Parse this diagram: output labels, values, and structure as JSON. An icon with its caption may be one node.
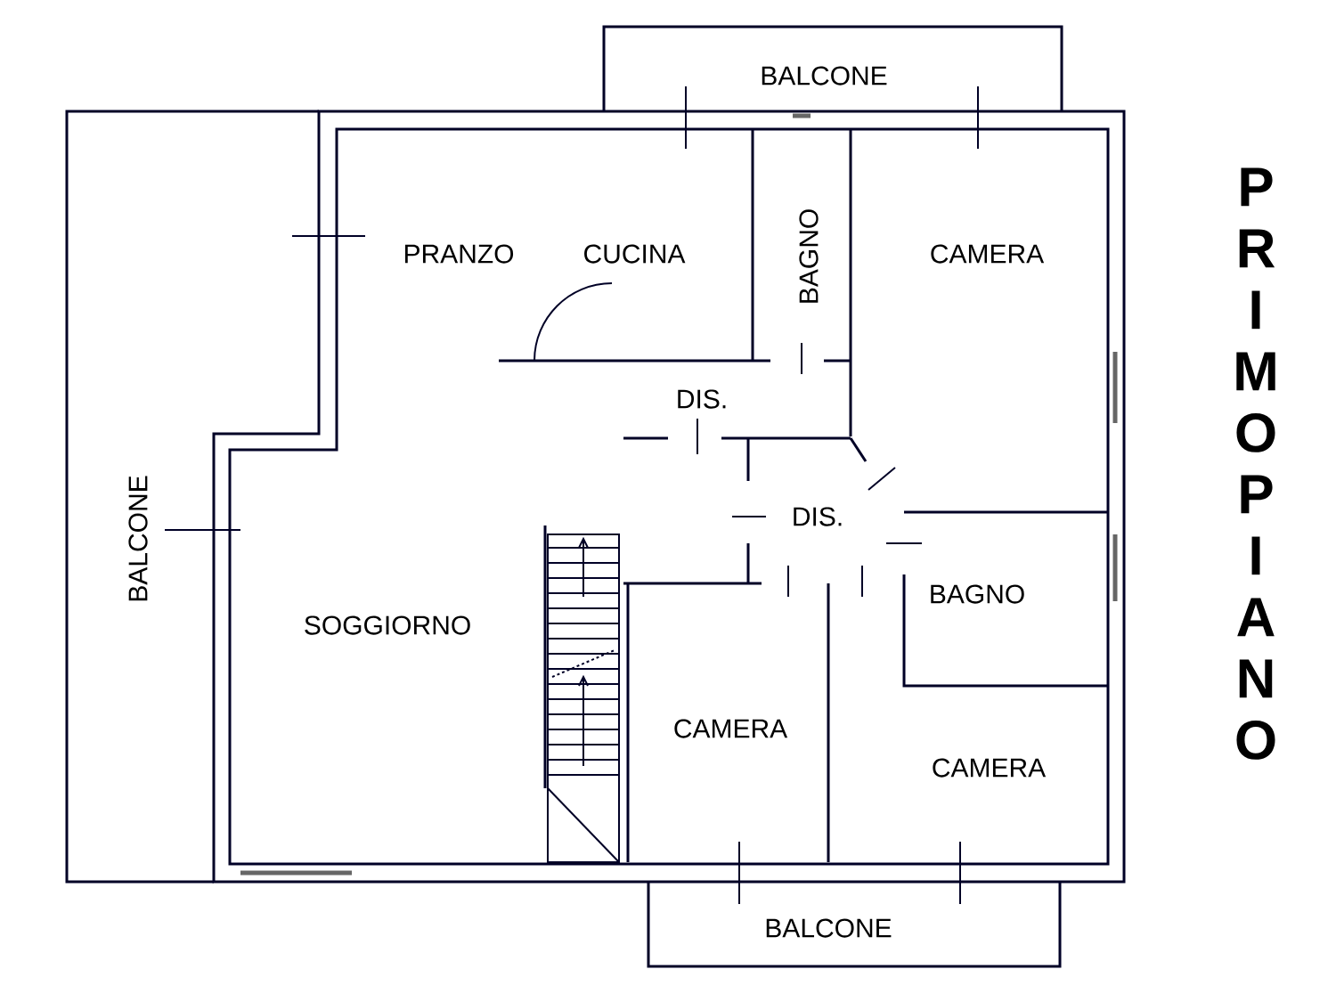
{
  "diagram": {
    "title": "PRIMO PIANO",
    "labels": [
      "BALCONE",
      "PRANZO",
      "CUCINA",
      "BAGNO",
      "CAMERA",
      "DIS.",
      "BALCONE",
      "DIS.",
      "SOGGIORNO",
      "BAGNO",
      "CAMERA",
      "CAMERA",
      "BALCONE"
    ]
  }
}
